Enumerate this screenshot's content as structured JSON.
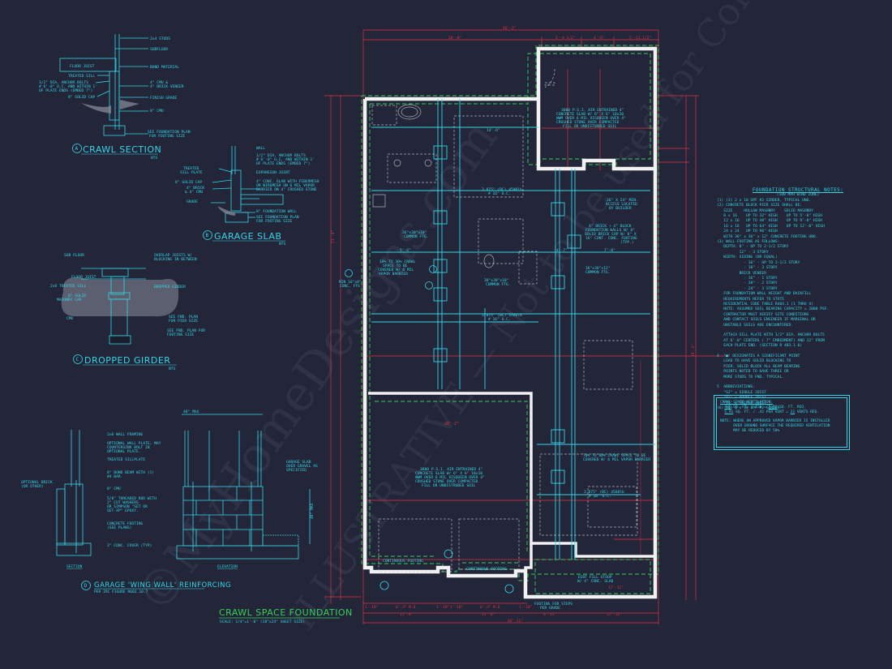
{
  "sheet": {
    "title": "CRAWL SPACE FOUNDATION",
    "scale": "SCALE: 1/4\"=1'-0\" (18\"x24\" SHEET SIZE)",
    "watermark_lines": [
      "©MyHomeDesigns.com",
      "ILLUSTRATIVE — Not to be used for Construction"
    ]
  },
  "details": {
    "a": {
      "marker": "A",
      "title": "CRAWL SECTION",
      "scale": "NTS",
      "callouts": [
        "2x4 STUDS",
        "SUBFLOOR",
        "FLOOR JOIST",
        "BAND MATERIAL",
        "TREATED SILL",
        "1/2\" DIA. ANCHOR BOLTS",
        "# 6'-0\" O.C. AND WITHIN 1'",
        "OF PLATE ENDS (EMBED 7\")",
        "4\" CMU &",
        "4\" BRICK VENEER",
        "8\" SOLID CAP",
        "FINISH GRADE",
        "8\" CMU",
        "SEE FOUNDATION PLAN",
        "FOR FOOTING SIZE"
      ]
    },
    "b": {
      "marker": "B",
      "title": "GARAGE SLAB",
      "scale": "NTS",
      "callouts": [
        "WALL",
        "1/2\" DIA. ANCHOR BOLTS",
        "# 6'-0\" O.C. AND WITHIN 1'",
        "OF PLATE ENDS (EMBED 7\")",
        "TREATED",
        "SILL PLATE",
        "EXPANSION JOINT",
        "8\" SOLID CAP",
        "4\" BRICK",
        "& 4\" CMU",
        "4\" CONC. SLAB WITH FIBERMESH",
        "OR WIREMESH ON 6 MIL VAPOR",
        "BARRIER ON 4\" CRUSHED STONE",
        "GRADE",
        "8\" FOUNDATION WALL",
        "SEE FOUNDATION PLAN",
        "FOR FOOTING SIZE"
      ]
    },
    "c": {
      "marker": "C",
      "title": "DROPPED GIRDER",
      "scale": "NTS",
      "callouts": [
        "SUB FLOOR",
        "OVERLAP JOISTS W/",
        "BLOCKING IN BETWEEN",
        "FLOOR JOIST",
        "2x6 TREATED SILL",
        "DROPPED GIRDER",
        "8\" SOLID",
        "MASONRY CAP",
        "CMU",
        "SEE FND. PLAN",
        "FOR PIER SIZE",
        "SEE FND. PLAN FOR",
        "FOOTING SIZE"
      ]
    },
    "d": {
      "marker": "D",
      "title": "GARAGE 'WING WALL' REINFORCING",
      "subtitle": "PER IRC FIGURE R602.10.7",
      "section_label": "SECTION",
      "elevation_label": "ELEVATION",
      "dim_top": "48\" MAX",
      "dim_side": "48\" MAX",
      "callouts": [
        "2x6 WALL FRAMING",
        "OPTIONAL WALL PLATE; MAY",
        "COUNTERSINK BOLT IN",
        "OPTIONAL PLATE.",
        "TREATED SILLPLATE",
        "8\" BOND BEAM WITH (1)",
        "#4 BAR.",
        "8\" CMU",
        "5/8\" THREADED ROD WITH",
        "2\" CUT WASHERS",
        "OR SIMPSON \"SET OR",
        "SET-XP\" EPOXY.",
        "CONCRETE FOOTING",
        "(SEE PLANS)",
        "3\" CONC. COVER (TYP)",
        "OPTIONAL BRICK",
        "(OR OTHER)",
        "GARAGE SLAB",
        "OVER GRAVEL AS",
        "SPECIFIED"
      ]
    }
  },
  "plan": {
    "dims_top": {
      "overall": "46'-2\"",
      "a": "26'-8\"",
      "b": "5'-4 1/2\"",
      "c": "4'-6\"",
      "d": "5'-11 1/2\""
    },
    "dims_bottom": {
      "overall": "46'-11\"",
      "a": "1'-10\"",
      "b": "6'-3\" M.O.",
      "c": "11'-8\"",
      "d": "1'-10\"",
      "e": "1'-10\"",
      "f": "6'-3\" M.O.",
      "g": "11'-8\"",
      "h": "1'-10\"",
      "i": "6'-11\"",
      "j": "17'-11\""
    },
    "labels": {
      "slab_top": [
        "3000 P.S.I. AIR ENTRAINED 4\"",
        "CONCRETE SLAB W/ 6\" X 6\" 10x10",
        "WWM OVER 6 MIL VISQUEEN OVER 4\"",
        "CRUSHED STONE OVER COMPACTED",
        "FILL OR UNDISTURBED SOIL"
      ],
      "slab_garage": [
        "3000 P.S.I. AIR ENTRAINED 4\"",
        "CONCRETE SLAB W/ 6\" X 6\" 10x10",
        "WWM OVER 6 MIL VISQUEEN OVER 4\"",
        "CRUSHED STONE OVER COMPACTED",
        "FILL OR UNDISTRUBED SOIL"
      ],
      "beam1": [
        "3.875\" (BC) 4500lb",
        "# 16\" O.C."
      ],
      "beam2": [
        "3.875\" (BC) 4500lb",
        "# 16\" O.C."
      ],
      "beam3": [
        "3.875\" (BC) 4500lb",
        "# 16\" O.C."
      ],
      "ftg1": [
        "36\"x30\"x10\"",
        "COMMON FTG."
      ],
      "ftg2": [
        "30\"x30\"x10\"",
        "COMMON FTG."
      ],
      "ftg3": [
        "36\"x36\"x12\"",
        "COMMON FTG."
      ],
      "crawl1": [
        "10% TO 30% CRAWL",
        "SPACE TO BE",
        "COVERED W/ 6 MIL",
        "VAPOR BARRIER"
      ],
      "crawl2": [
        "70% TO 80% CRAWL SPACE TO BE",
        "COVERED W/ 6 MIL VAPOR BARRIER"
      ],
      "access": [
        "36\" X 24\" MIN.",
        "ACCESS LOCATED",
        "BY BUILDER"
      ],
      "brick": [
        "4\" BRICK + 4\" BLOCK",
        "FOUNDATION WALLS W/ 8\"",
        "SOLID BRICK CAP W/ 8\" X",
        "16\" CONT. CONC. FOOTING",
        "(TYP.)"
      ],
      "min_ftg": [
        "MIN 16\"x8\"",
        "CONC. FTG."
      ],
      "cont_footing": "CONTINUOUS FOOTING",
      "stoop": [
        "DIRT FILL STOOP",
        "W/ 4\" CONC. SLAB"
      ],
      "steps": [
        "FOOTING FOR STEPS",
        "PER GRADE"
      ],
      "dim_inner": [
        "14'-6\"",
        "5'-6\"",
        "20'-2\"",
        "4'-7\"",
        "7'-8\"",
        "21'-4\"",
        "17'-11\"",
        "19'-2\""
      ]
    }
  },
  "notes": {
    "title": "FOUNDATION STRUCTURAL NOTES:",
    "subtitle": "(100 MPH WIND ZONE)",
    "lines": [
      "(1) (3) 2 x 10 SPF #2 GIRDER, TYPICAL UNO.",
      "(2) CONCRETE BLOCK PIER SIZE SHALL BE:",
      "   SIZE     HOLLOW MASONRY    SOLID MASONRY",
      "   8 x 16    UP TO 32\" HIGH    UP TO 5'-0\" HIGH",
      "   12 x 16   UP TO 48\" HIGH    UP TO 9'-0\" HIGH",
      "   16 x 16   UP TO 64\" HIGH    UP TO 12'-0\" HIGH",
      "   24 x 24   UP TO 96\" HIGH",
      "   WITH 36\" x 36\" x 12\" CONCRETE FOOTING UNO.",
      "(3) WALL FOOTING AS FOLLOWS:",
      "   DEPTH: 8\" - UP TO 2-1/2 STORY",
      "          12\" - 3 STORY",
      "   WIDTH: SIDING (OR EQUAL)",
      "            - 16\" - UP TO 2-1/2 STORY",
      "            - 18\" - 3 STORY",
      "          BRICK VENEER",
      "            - 16\" - 1 STORY",
      "            - 20\" - 2 STORY",
      "            - 24\" - 3 STORY",
      "   FOR FOUNDATION WALL HEIGHT AND BACKFILL",
      "   REQUIREMENTS REFER TO STATE",
      "   RESIDENTIAL CODE TABLE R404.1 (1 THRU 4)",
      "   NOTE: ASSUMED SOIL BEARING CAPACITY = 2000 PSF.",
      "   CONTRACTOR MUST VERIFY SITE CONDITIONS",
      "   AND CONTACT SOILS ENGINEER IF MARGINAL OR",
      "   UNSTABLE SOILS ARE ENCOUNTERED.",
      "",
      "   ATTACH SILL PLATE WITH 1/2\" DIA. ANCHOR BOLTS",
      "   AT 6'-0\" CENTERS ( 7\" EMBEDMENT) AND 12\" FROM",
      "   EACH PLATE END. (SECTION R 403.1.6)",
      "",
      "4  \"■\" DESIGNATES A SIGNIFICANT POINT",
      "   LOAD TO HAVE SOLID BLOCKING TO",
      "   PIER. SOLID BLOCK ALL BEAM BEARING",
      "   POINTS NOTED TO HAVE THREE OR",
      "   MORE STUDS TO FND. TYPICAL.",
      "",
      "5  ABBREVIATIONS:",
      "   \"SJ\" = SINGLE JOIST",
      "   \"DJ\" = DOUBLE JOIST",
      "   \"TJ\" = TRIPLE JOIST",
      "(6) (4) 2 x 10 SPF #2 GIRDER."
    ]
  },
  "ventilation": {
    "title": "CRAWL SPACE VENTILATION:",
    "row1": {
      "area": "886",
      "text1": "SQ. FT. / 150 =",
      "req": "5.91",
      "text2": "SQ. FT. REQ."
    },
    "row2": {
      "req": "5.91",
      "text1": "SQ. FT. / .41 PER VENT =",
      "vents": "21",
      "text2": "VENTS REQ."
    },
    "note": [
      "NOTE: WHERE AN APPROVED VAPOR BARRIER IS INSTALLED",
      "      OVER GROUND SURFACE THE REQUIRED VENTILATION",
      "      MAY BE REDUCED BY 50%"
    ]
  },
  "colors": {
    "background": "#232538",
    "cyan": "#35d6e6",
    "red": "#e03343",
    "green": "#34d05a",
    "white": "#f2f2f2"
  }
}
